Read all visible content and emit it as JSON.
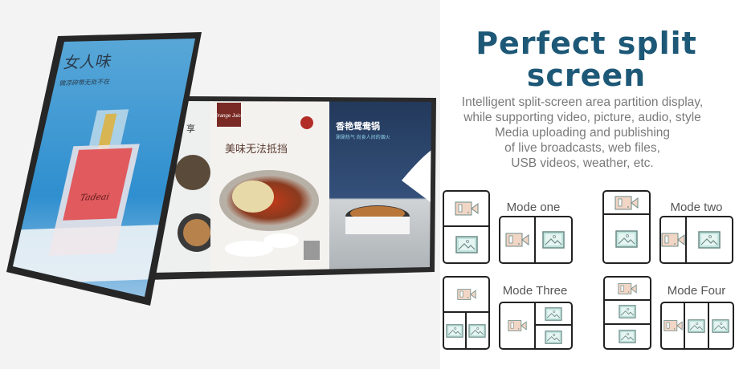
{
  "heading": {
    "title": "Perfect split screen",
    "description": [
      "Intelligent split-screen area partition display,",
      "while supporting video, picture, audio, style",
      "Media uploading and publishing",
      "of live broadcasts, web files,",
      "USB videos, weather, etc."
    ]
  },
  "screens": {
    "portrait": {
      "headline": "女人味",
      "subline": "微凉碎带无处不在",
      "bottle_brand": "Tadeai"
    },
    "landscape": {
      "left_panel_text": "享",
      "badge": "Orange Juice",
      "middle_headline": "美味无法抵挡",
      "right_headline": "香艳鸳鸯锅",
      "right_subline": "涮涮热气 尚食人间的烟火"
    }
  },
  "modes": [
    {
      "label": "Mode one"
    },
    {
      "label": "Mode two"
    },
    {
      "label": "Mode Three"
    },
    {
      "label": "Mode Four"
    }
  ],
  "colors": {
    "title": "#1d5877",
    "text": "#7a7a7a",
    "video_icon": "#f1d5c5",
    "image_icon": "#bfe3dc",
    "icon_stroke": "#6d8a86"
  },
  "icons": {
    "video": "video-camera-icon",
    "image": "image-icon"
  }
}
